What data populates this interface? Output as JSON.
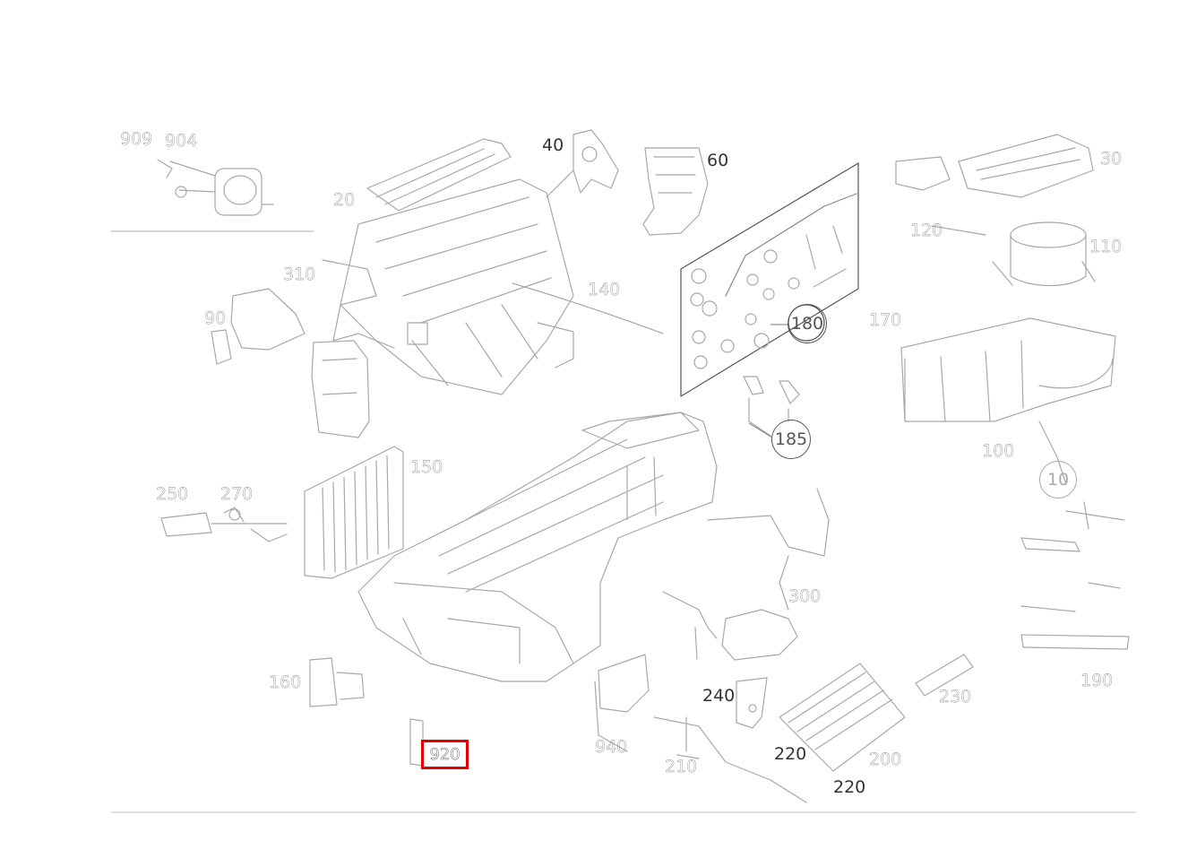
{
  "diagram": {
    "labels": {
      "l_909": "909",
      "l_904": "904",
      "l_40": "40",
      "l_60": "60",
      "l_30": "30",
      "l_120": "120",
      "l_110": "110",
      "l_20": "20",
      "l_90": "90",
      "l_310": "310",
      "l_140": "140",
      "l_170": "170",
      "l_250": "250",
      "l_270": "270",
      "l_150": "150",
      "l_300": "300",
      "l_190": "190",
      "l_160": "160",
      "l_940": "940",
      "l_240": "240",
      "l_220a": "220",
      "l_220b": "220",
      "l_200": "200",
      "l_230": "230",
      "l_100": "100",
      "l_210": "210"
    },
    "circled": {
      "c_180": "180",
      "c_185": "185",
      "c_10": "10"
    },
    "highlighted": {
      "h_920": "920"
    },
    "colors": {
      "line": "#9a9a9a",
      "dark_line": "#333333",
      "highlight": "#e00000"
    }
  }
}
